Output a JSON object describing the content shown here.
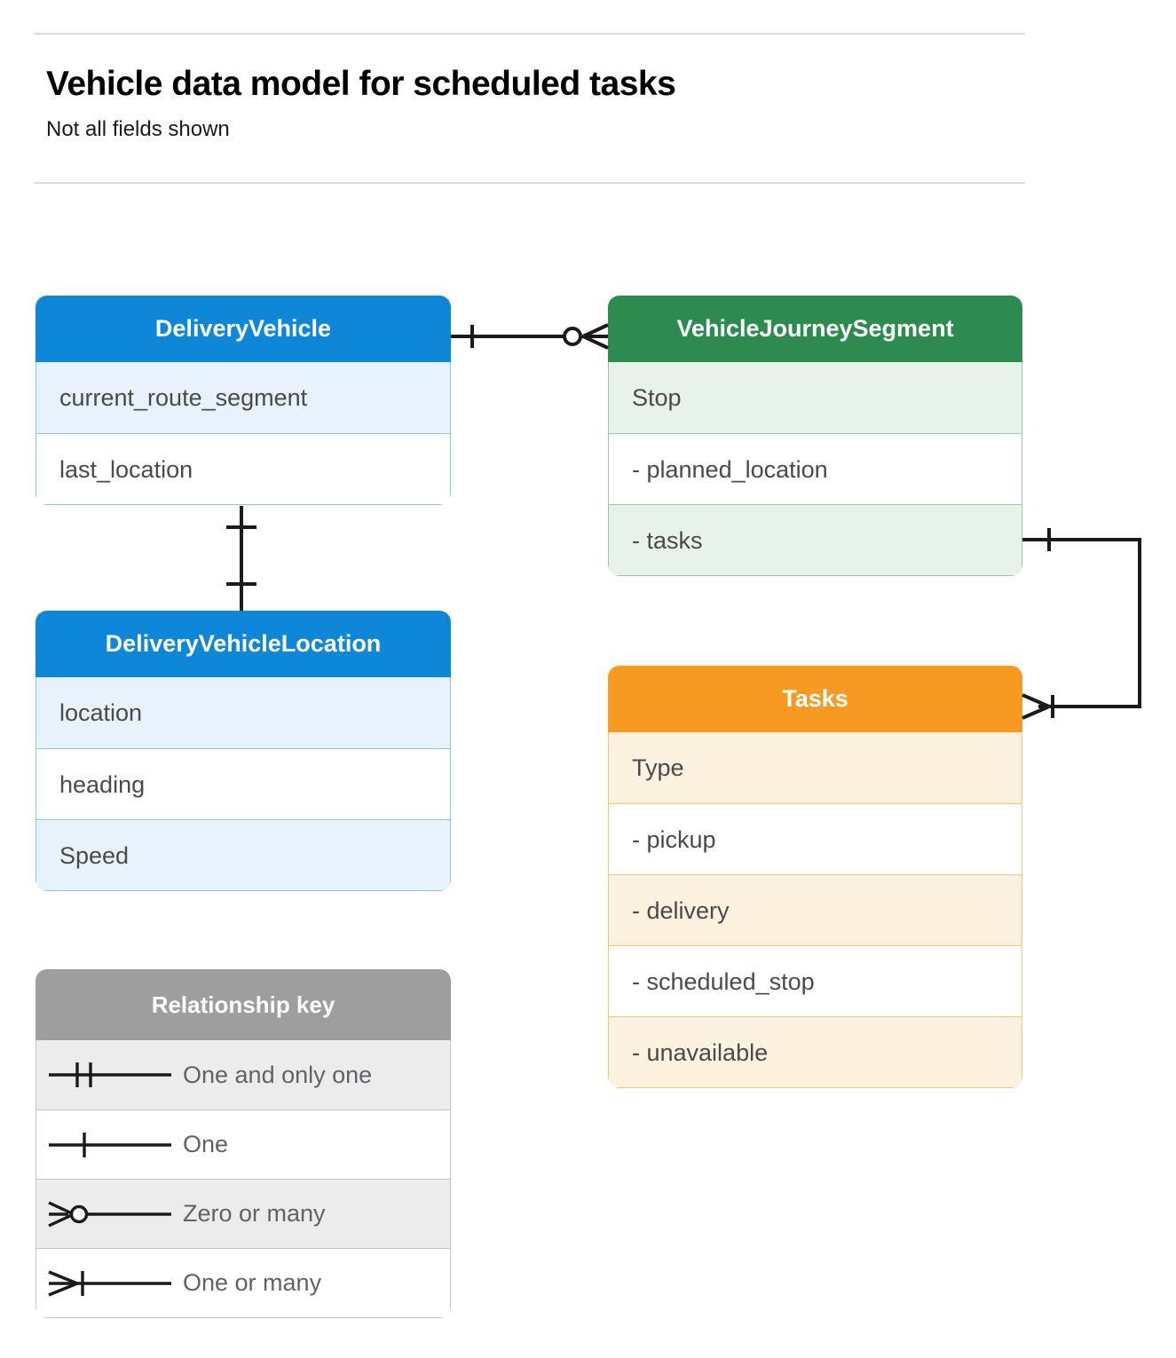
{
  "header": {
    "title": "Vehicle data model for scheduled tasks",
    "subtitle": "Not all fields shown"
  },
  "colors": {
    "blue_header": "#0f87d9",
    "blue_row_alt": "#e8f2fc",
    "blue_border": "#8ec5ea",
    "green_header": "#2e8b4f",
    "green_row_alt": "#e6f2ea",
    "green_border": "#94ccaa",
    "orange_header": "#f79a21",
    "orange_row_alt": "#fdf2df",
    "orange_border": "#f9c475",
    "legend_header": "#9e9e9e",
    "legend_row_alt": "#ececec",
    "rule": "#dadce0",
    "field_text": "#4a4a4a",
    "legend_text": "#5f6368",
    "connector": "#1a1a1a"
  },
  "entities": [
    {
      "id": "DeliveryVehicle",
      "name": "DeliveryVehicle",
      "theme": "blue",
      "fields": [
        "current_route_segment",
        "last_location"
      ]
    },
    {
      "id": "DeliveryVehicleLocation",
      "name": "DeliveryVehicleLocation",
      "theme": "blue",
      "fields": [
        "location",
        "heading",
        "Speed"
      ]
    },
    {
      "id": "VehicleJourneySegment",
      "name": "VehicleJourneySegment",
      "theme": "green",
      "fields": [
        "Stop",
        "-  planned_location",
        "- tasks"
      ]
    },
    {
      "id": "Tasks",
      "name": "Tasks",
      "theme": "orange",
      "fields": [
        "Type",
        "-  pickup",
        "-  delivery",
        "-  scheduled_stop",
        "-  unavailable"
      ]
    }
  ],
  "legend": {
    "title": "Relationship key",
    "items": [
      {
        "symbol": "one-and-only-one",
        "label": "One and only one"
      },
      {
        "symbol": "one",
        "label": "One"
      },
      {
        "symbol": "zero-or-many",
        "label": "Zero or many"
      },
      {
        "symbol": "one-or-many",
        "label": "One or many"
      }
    ]
  },
  "relationships": [
    {
      "id": "vehicle-to-journey-segment",
      "from": "DeliveryVehicle",
      "to": "VehicleJourneySegment",
      "from_cardinality": "one",
      "to_cardinality": "zero-or-many"
    },
    {
      "id": "vehicle-to-vehicle-location",
      "from": "DeliveryVehicle",
      "to": "DeliveryVehicleLocation",
      "from_cardinality": "one",
      "to_cardinality": "one"
    },
    {
      "id": "journey-segment-tasks-to-tasks",
      "from": "VehicleJourneySegment",
      "to": "Tasks",
      "from_cardinality": "one",
      "to_cardinality": "one-or-many"
    }
  ]
}
